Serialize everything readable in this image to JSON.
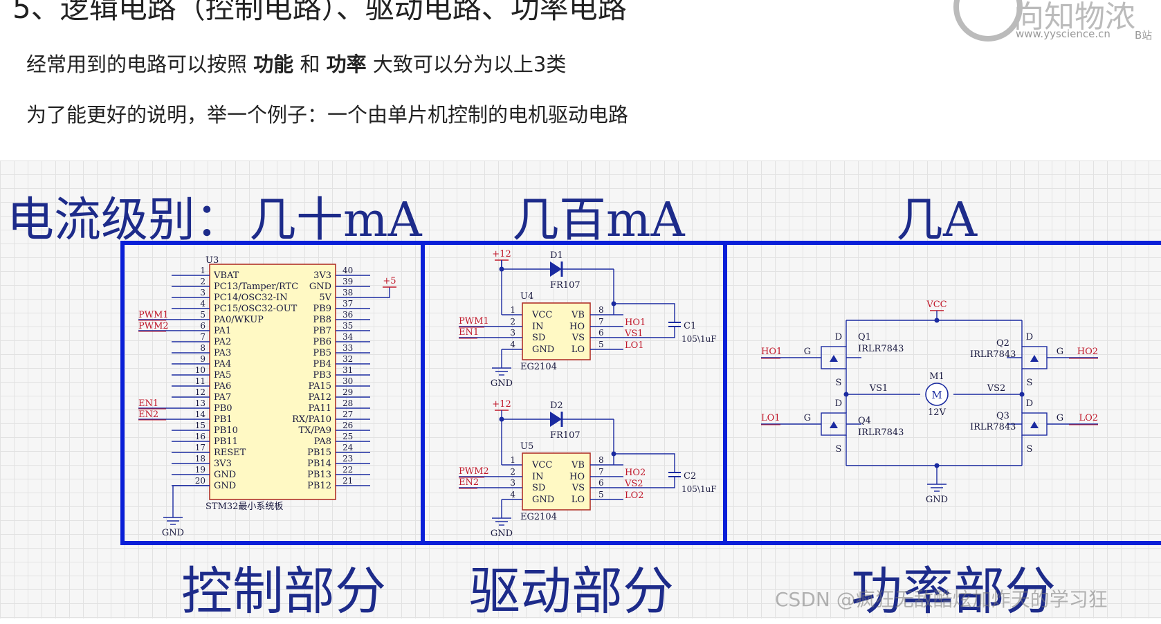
{
  "header": {
    "title": "5、逻辑电路（控制电路）、驱动电路、功率电路",
    "line1_prefix": "经常用到的电路可以按照 ",
    "line1_kw1": "功能",
    "line1_mid": " 和 ",
    "line1_kw2": "功率",
    "line1_suffix": " 大致可以分为以上3类",
    "line2": "为了能更好的说明，举一个例子：一个由单片机控制的电机驱动电路"
  },
  "logo": {
    "text": "向知物浓",
    "url": "www.yyscience.cn",
    "bili": "B站"
  },
  "current": {
    "label": "电流级别：",
    "level1": "几十mA",
    "level2": "几百mA",
    "level3": "几A"
  },
  "sections": {
    "control": "控制部分",
    "driver": "驱动部分",
    "power": "功率部分"
  },
  "watermark": "CSDN @疯狂无敌酷炫加炸天的学习狂",
  "mcu": {
    "ref": "U3",
    "name": "STM32最小系统板",
    "plus5": "+5",
    "gnd": "GND",
    "left_pins": [
      {
        "n": "1",
        "l": "VBAT",
        "net": ""
      },
      {
        "n": "2",
        "l": "PC13/Tamper/RTC",
        "net": ""
      },
      {
        "n": "3",
        "l": "PC14/OSC32-IN",
        "net": ""
      },
      {
        "n": "4",
        "l": "PC15/OSC32-OUT",
        "net": ""
      },
      {
        "n": "5",
        "l": "PA0/WKUP",
        "net": "PWM1"
      },
      {
        "n": "6",
        "l": "PA1",
        "net": "PWM2"
      },
      {
        "n": "7",
        "l": "PA2",
        "net": ""
      },
      {
        "n": "8",
        "l": "PA3",
        "net": ""
      },
      {
        "n": "9",
        "l": "PA4",
        "net": ""
      },
      {
        "n": "10",
        "l": "PA5",
        "net": ""
      },
      {
        "n": "11",
        "l": "PA6",
        "net": ""
      },
      {
        "n": "12",
        "l": "PA7",
        "net": ""
      },
      {
        "n": "13",
        "l": "PB0",
        "net": "EN1"
      },
      {
        "n": "14",
        "l": "PB1",
        "net": "EN2"
      },
      {
        "n": "15",
        "l": "PB10",
        "net": ""
      },
      {
        "n": "16",
        "l": "PB11",
        "net": ""
      },
      {
        "n": "17",
        "l": "RESET",
        "net": ""
      },
      {
        "n": "18",
        "l": "3V3",
        "net": ""
      },
      {
        "n": "19",
        "l": "GND",
        "net": ""
      },
      {
        "n": "20",
        "l": "GND",
        "net": ""
      }
    ],
    "right_pins": [
      {
        "n": "40",
        "l": "3V3"
      },
      {
        "n": "39",
        "l": "GND"
      },
      {
        "n": "38",
        "l": "5V"
      },
      {
        "n": "37",
        "l": "PB9"
      },
      {
        "n": "36",
        "l": "PB8"
      },
      {
        "n": "35",
        "l": "PB7"
      },
      {
        "n": "34",
        "l": "PB6"
      },
      {
        "n": "33",
        "l": "PB5"
      },
      {
        "n": "32",
        "l": "PB4"
      },
      {
        "n": "31",
        "l": "PB3"
      },
      {
        "n": "30",
        "l": "PA15"
      },
      {
        "n": "29",
        "l": "PA12"
      },
      {
        "n": "28",
        "l": "PA11"
      },
      {
        "n": "27",
        "l": "RX/PA10"
      },
      {
        "n": "26",
        "l": "TX/PA9"
      },
      {
        "n": "25",
        "l": "PA8"
      },
      {
        "n": "24",
        "l": "PB15"
      },
      {
        "n": "23",
        "l": "PB14"
      },
      {
        "n": "22",
        "l": "PB13"
      },
      {
        "n": "21",
        "l": "PB12"
      }
    ]
  },
  "drivers": [
    {
      "ref": "U4",
      "chip": "EG2104",
      "diode": "D1",
      "diode_part": "FR107",
      "cap": "C1",
      "cap_val": "105\\1uF",
      "vcc": "+12",
      "gnd": "GND",
      "in_net": "PWM1",
      "sd_net": "EN1",
      "ho": "HO1",
      "vs": "VS1",
      "lo": "LO1",
      "pins_left": [
        {
          "n": "1",
          "l": "VCC"
        },
        {
          "n": "2",
          "l": "IN"
        },
        {
          "n": "3",
          "l": "SD"
        },
        {
          "n": "4",
          "l": "GND"
        }
      ],
      "pins_right": [
        {
          "n": "8",
          "l": "VB"
        },
        {
          "n": "7",
          "l": "HO"
        },
        {
          "n": "6",
          "l": "VS"
        },
        {
          "n": "5",
          "l": "LO"
        }
      ]
    },
    {
      "ref": "U5",
      "chip": "EG2104",
      "diode": "D2",
      "diode_part": "FR107",
      "cap": "C2",
      "cap_val": "105\\1uF",
      "vcc": "+12",
      "gnd": "GND",
      "in_net": "PWM2",
      "sd_net": "EN2",
      "ho": "HO2",
      "vs": "VS2",
      "lo": "LO2",
      "pins_left": [
        {
          "n": "1",
          "l": "VCC"
        },
        {
          "n": "2",
          "l": "IN"
        },
        {
          "n": "3",
          "l": "SD"
        },
        {
          "n": "4",
          "l": "GND"
        }
      ],
      "pins_right": [
        {
          "n": "8",
          "l": "VB"
        },
        {
          "n": "7",
          "l": "HO"
        },
        {
          "n": "6",
          "l": "VS"
        },
        {
          "n": "5",
          "l": "LO"
        }
      ]
    }
  ],
  "bridge": {
    "vcc": "VCC",
    "gnd": "GND",
    "motor_ref": "M1",
    "motor_glyph": "M",
    "motor_v": "12V",
    "vs1": "VS1",
    "vs2": "VS2",
    "pin_g": "G",
    "pin_d": "D",
    "pin_s": "S",
    "q1": "Q1",
    "q2": "Q2",
    "q3": "Q3",
    "q4": "Q4",
    "part": "IRLR7843",
    "ho1": "HO1",
    "ho2": "HO2",
    "lo1": "LO1",
    "lo2": "LO2"
  },
  "colors": {
    "frame": "#0a1fd8",
    "wire": "#1a2aa0",
    "net": "#c0182a",
    "chip_fill": "#fff9c4",
    "chip_border": "#b0322a",
    "heading": "#1d2b8a"
  }
}
